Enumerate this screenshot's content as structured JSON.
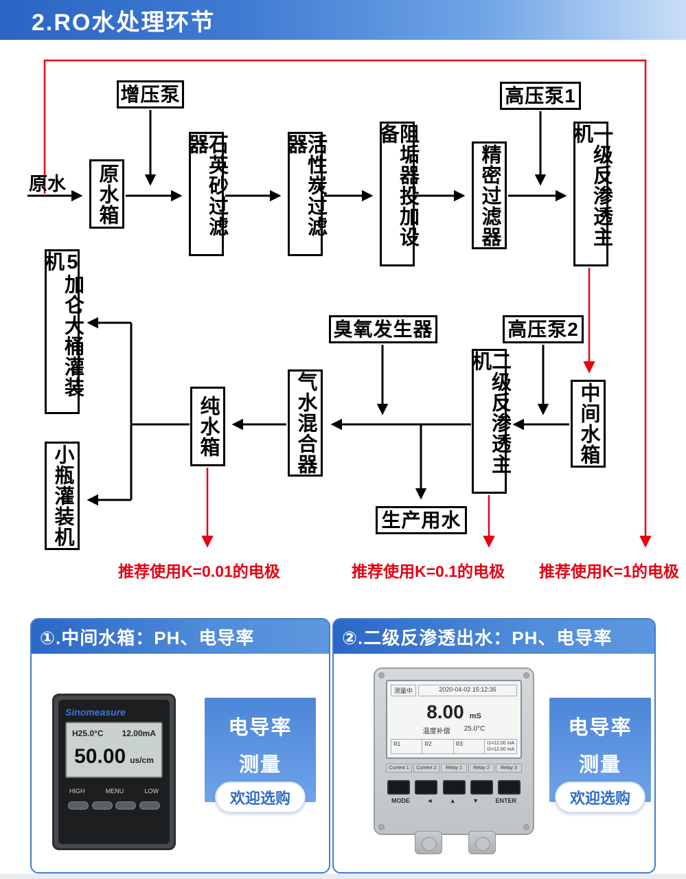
{
  "header": {
    "title": "2.RO水处理环节"
  },
  "flow": {
    "source_label": "原水",
    "nodes": {
      "booster_pump": "增压泵",
      "raw_tank": "原水箱",
      "quartz_filter": "石英砂过滤器",
      "carbon_filter": "活性炭过滤器",
      "antiscalant_doser": "阻垢器投加设备",
      "precision_filter": "精密过滤器",
      "hp_pump1": "高压泵1",
      "ro_stage1": "一级反渗透主机",
      "barrel_filler": "5加仑大桶灌装机",
      "bottle_filler": "小瓶灌装机",
      "pure_tank": "纯水箱",
      "gas_water_mixer": "气水混合器",
      "ozone_generator": "臭氧发生器",
      "ro_stage2": "二级反渗透主机",
      "hp_pump2": "高压泵2",
      "mid_tank": "中间水箱",
      "production_water": "生产用水"
    },
    "notes": {
      "k001": "推荐使用K=0.01的电极",
      "k01": "推荐使用K=0.1的电极",
      "k1": "推荐使用K=1的电极"
    }
  },
  "panel1": {
    "title": "①.中间水箱：PH、电导率",
    "device": {
      "brand": "Sinomeasure",
      "temp": "H25.0°C",
      "current": "12.00mA",
      "value": "50.00",
      "unit": "us/cm",
      "key_left": "HIGH",
      "key_mid": "MENU",
      "key_right": "LOW"
    },
    "promo": {
      "line1": "电导率",
      "line2": "测量",
      "cta": "欢迎选购"
    }
  },
  "panel2": {
    "title": "②.二级反渗透出水：PH、电导率",
    "device": {
      "status": "测量中",
      "datetime": "2020-04-02 15:12:35",
      "value": "8.00",
      "unit": "mS",
      "temp_label": "温度补偿",
      "temp_value": "25.0°C",
      "relays": [
        "R1",
        "R2",
        "R3"
      ],
      "out1": "I1=12.00 mA",
      "out2": "I2=12.00 mA",
      "softkeys": [
        "Current 1",
        "Current 2",
        "Relay 1",
        "Relay 2",
        "Relay 3"
      ],
      "keys": [
        "MODE",
        "◄",
        "▲",
        "▼",
        "ENTER"
      ]
    },
    "promo": {
      "line1": "电导率",
      "line2": "测量",
      "cta": "欢迎选购"
    }
  },
  "colors": {
    "accent_blue": "#2e6cc7",
    "note_red": "#e60012",
    "arrow_black": "#000000"
  }
}
